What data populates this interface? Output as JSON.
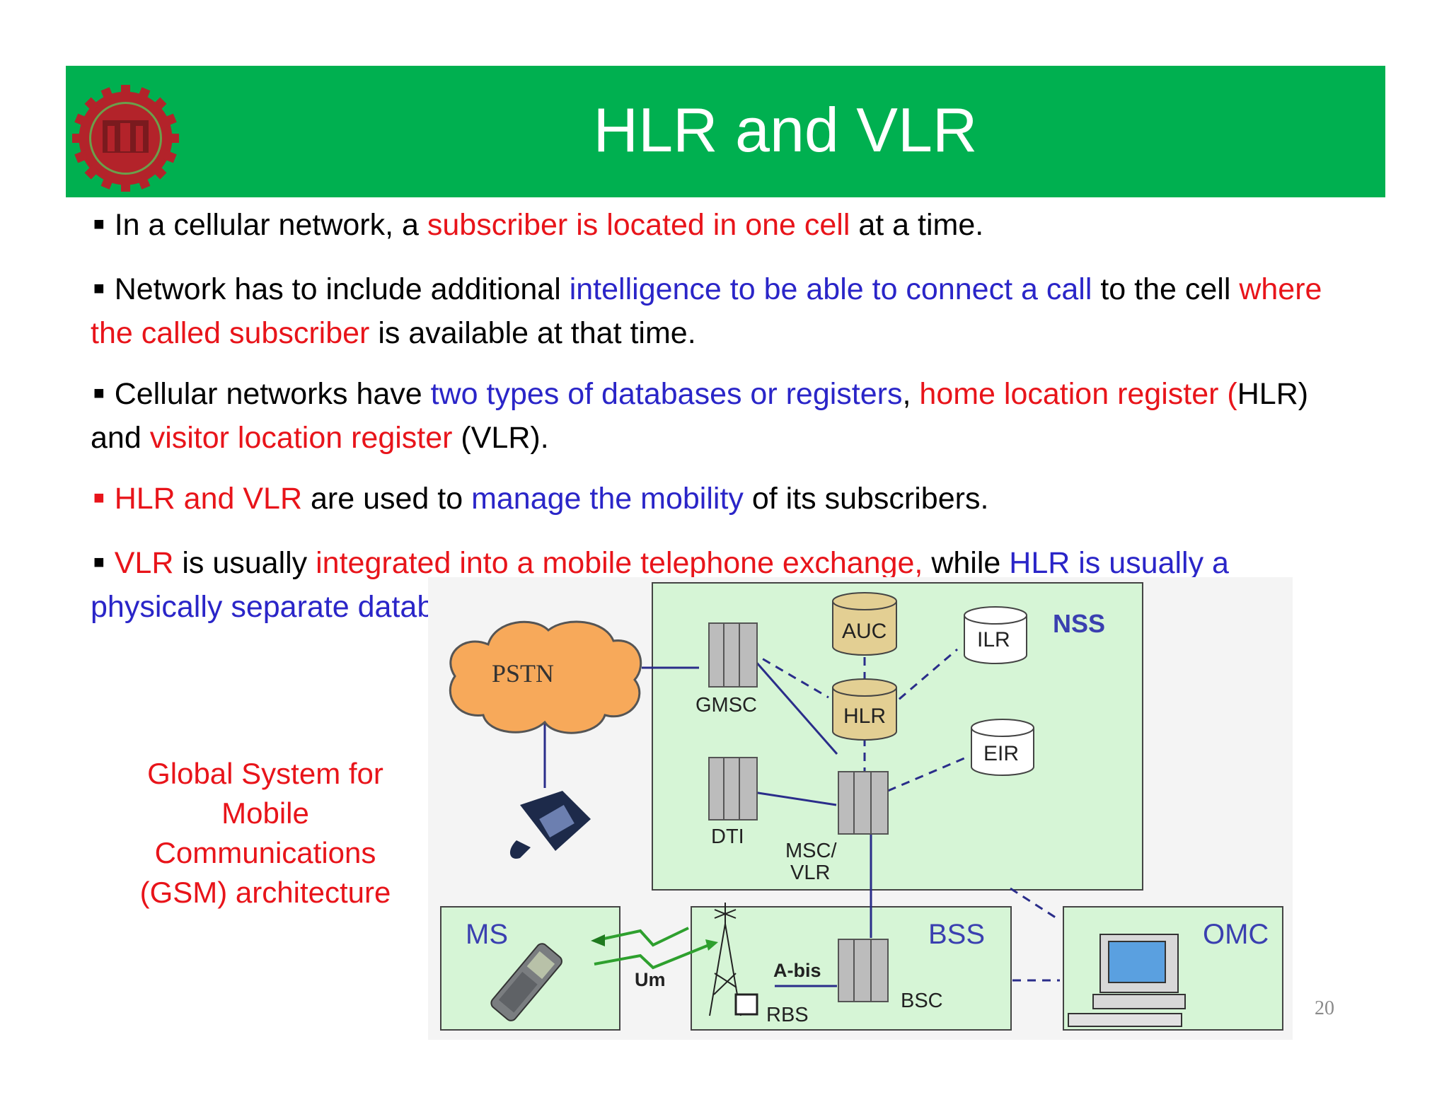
{
  "slide": {
    "title": "HLR and VLR",
    "page_number": "20"
  },
  "bullets": [
    {
      "marker_color": "#000000",
      "segments": [
        {
          "text": "In a cellular network, a ",
          "color": "black"
        },
        {
          "text": "subscriber is located in one cell",
          "color": "red"
        },
        {
          "text": " at a time.",
          "color": "black"
        }
      ]
    },
    {
      "marker_color": "#000000",
      "segments": [
        {
          "text": "Network has to include additional ",
          "color": "black"
        },
        {
          "text": "intelligence to be able to connect a call",
          "color": "blue"
        },
        {
          "text": " to the cell ",
          "color": "black"
        },
        {
          "text": "where the called subscriber",
          "color": "red"
        },
        {
          "text": " is available at that time.",
          "color": "black"
        }
      ]
    },
    {
      "marker_color": "#000000",
      "segments": [
        {
          "text": "Cellular networks have ",
          "color": "black"
        },
        {
          "text": "two types of databases or registers",
          "color": "blue"
        },
        {
          "text": ", ",
          "color": "black"
        },
        {
          "text": "home location register (",
          "color": "red"
        },
        {
          "text": "HLR) and ",
          "color": "black"
        },
        {
          "text": "visitor location register",
          "color": "red"
        },
        {
          "text": " (VLR).",
          "color": "black"
        }
      ]
    },
    {
      "marker_color": "#e8141a",
      "segments": [
        {
          "text": "HLR and VLR",
          "color": "red"
        },
        {
          "text": " are used to ",
          "color": "black"
        },
        {
          "text": "manage the mobility",
          "color": "blue"
        },
        {
          "text": " of its subscribers.",
          "color": "black"
        }
      ]
    },
    {
      "marker_color": "#000000",
      "segments": [
        {
          "text": "VLR",
          "color": "red"
        },
        {
          "text": " is usually ",
          "color": "black"
        },
        {
          "text": "integrated into a mobile telephone exchange,",
          "color": "red"
        },
        {
          "text": " while ",
          "color": "black"
        },
        {
          "text": "HLR is usually a physically separate database.",
          "color": "blue"
        }
      ]
    }
  ],
  "caption": "Global System for Mobile Communications (GSM) architecture",
  "diagram": {
    "subsystems": {
      "nss": "NSS",
      "bss": "BSS",
      "ms": "MS",
      "omc": "OMC"
    },
    "nodes": {
      "pstn": "PSTN",
      "gmsc": "GMSC",
      "auc": "AUC",
      "hlr": "HLR",
      "ilr": "ILR",
      "eir": "EIR",
      "dti": "DTI",
      "msc_vlr_1": "MSC/",
      "msc_vlr_2": "VLR",
      "rbs": "RBS",
      "bsc": "BSC"
    },
    "interfaces": {
      "um": "Um",
      "abis": "A-bis"
    }
  },
  "colors": {
    "header_green": "#00b050",
    "red_text": "#e8141a",
    "blue_text": "#2a25c8",
    "diagram_green": "#d6f5d6",
    "diagram_label_blue": "#3a3fb0",
    "db_tan": "#e3cf93",
    "cloud_orange": "#f7a95a"
  }
}
